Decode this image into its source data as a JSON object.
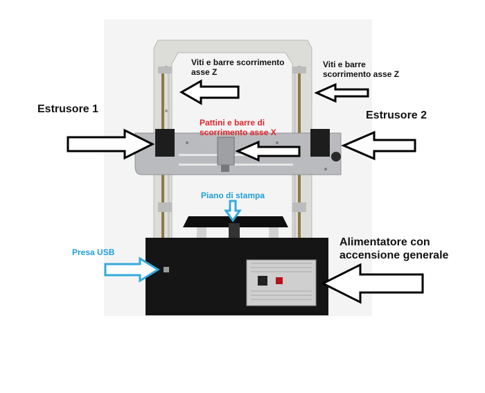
{
  "labels": {
    "z_left": {
      "line1": "Viti e barre scorrimento",
      "line2": "asse Z"
    },
    "z_right": {
      "line1": "Viti e barre",
      "line2": "scorrimento asse Z"
    },
    "extruder1": "Estrusore 1",
    "extruder2": "Estrusore 2",
    "x_axis": {
      "line1": "Pattini e barre di",
      "line2": "scorrimento asse X"
    },
    "bed": "Piano di stampa",
    "usb": "Presa USB",
    "psu": {
      "line1": "Alimentatore con",
      "line2": "accensione generale"
    }
  },
  "colors": {
    "label_dark": "#111111",
    "label_red": "#e0242a",
    "label_blue": "#1e9ed8",
    "arrow_outline": "#000000",
    "arrow_fill": "#ffffff",
    "arrow_blue": "#33aadd",
    "frame": "#dcdcd8",
    "base": "#151515",
    "plate": "#b9bbbe"
  },
  "icons": {
    "arrow": "outlined-block-arrow",
    "printer": "3d-printer-photo"
  }
}
